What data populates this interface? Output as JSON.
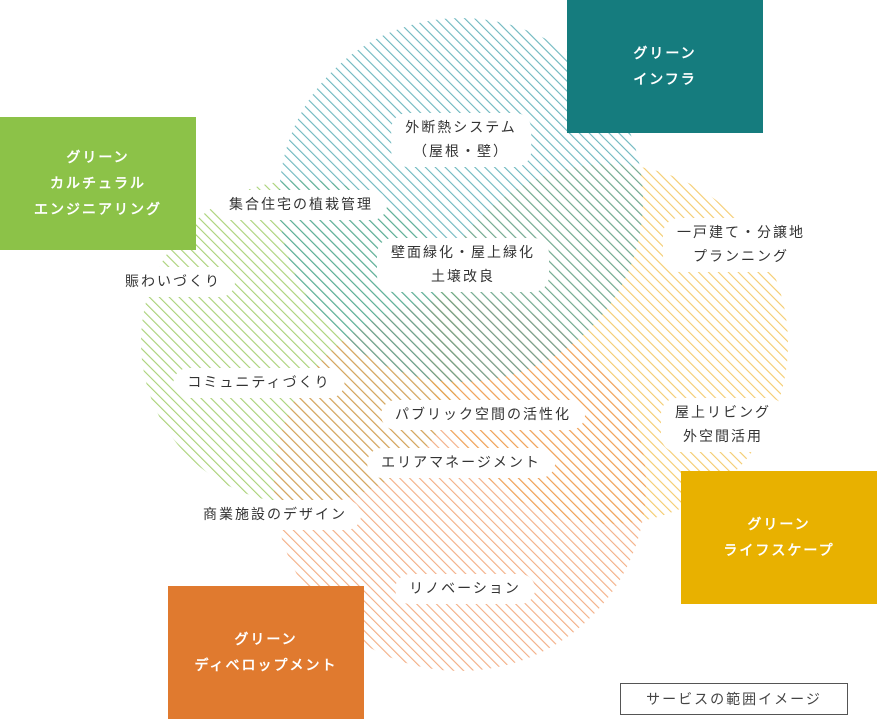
{
  "categories": {
    "infra": {
      "line1": "グリーン",
      "line2": "インフラ",
      "color": "#157c7e"
    },
    "cultural": {
      "line1": "グリーン",
      "line2": "カルチュラル",
      "line3": "エンジニアリング",
      "color": "#8cc248"
    },
    "landscape": {
      "line1": "グリーン",
      "line2": "ライフスケープ",
      "color": "#e8b100"
    },
    "develop": {
      "line1": "グリーン",
      "line2": "ディベロップメント",
      "color": "#e07a2f"
    }
  },
  "services": {
    "insulation": {
      "line1": "外断熱システム",
      "line2": "（屋根・壁）"
    },
    "housing_planting": "集合住宅の植栽管理",
    "wall_roof_green": {
      "line1": "壁面緑化・屋上緑化",
      "line2": "土壌改良"
    },
    "house_planning": {
      "line1": "一戸建て・分譲地",
      "line2": "プランニング"
    },
    "bustle": "賑わいづくり",
    "community": "コミュニティづくり",
    "public_space": "パブリック空間の活性化",
    "rooftop_living": {
      "line1": "屋上リビング",
      "line2": "外空間活用"
    },
    "area_management": "エリアマネージメント",
    "commercial_design": "商業施設のデザイン",
    "renovation": "リノベーション"
  },
  "legend": "サービスの範囲イメージ"
}
